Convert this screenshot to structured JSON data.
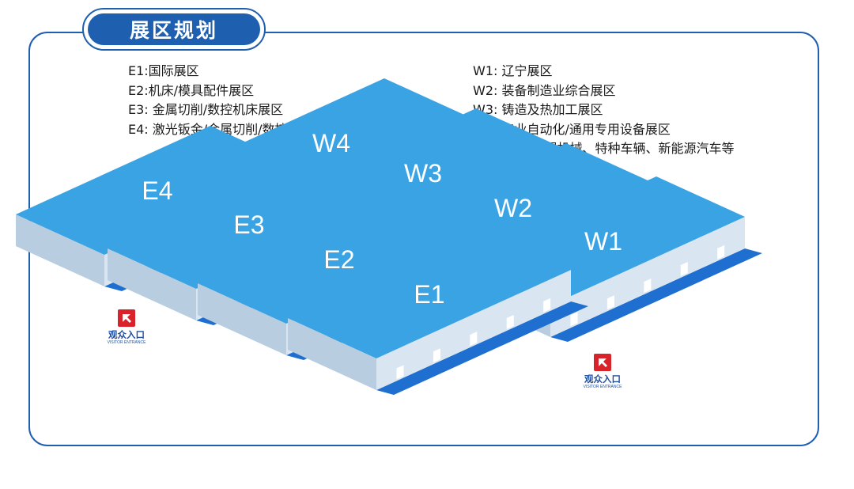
{
  "title": "展区规划",
  "legend_left": [
    "E1:国际展区",
    "E2:机床/模具配件展区",
    "E3: 金属切削/数控机床展区",
    "E4: 激光钣金/金属切削/数控机床/功能部件展区"
  ],
  "legend_right": [
    "W1: 辽宁展区",
    "W2: 装备制造业综合展区",
    "W3: 铸造及热加工展区",
    "W4: 工业自动化/通用专用设备展区",
    "室外展区: 工程机械、特种车辆、新能源汽车等"
  ],
  "halls": [
    {
      "id": "W4",
      "label": "W4"
    },
    {
      "id": "W3",
      "label": "W3"
    },
    {
      "id": "W2",
      "label": "W2"
    },
    {
      "id": "W1",
      "label": "W1"
    },
    {
      "id": "E4",
      "label": "E4"
    },
    {
      "id": "E3",
      "label": "E3"
    },
    {
      "id": "E2",
      "label": "E2"
    },
    {
      "id": "E1",
      "label": "E1"
    }
  ],
  "entrances": [
    {
      "label": "观众入口",
      "sub": "VISITOR ENTRANCE"
    },
    {
      "label": "观众入口",
      "sub": "VISITOR ENTRANCE"
    }
  ],
  "colors": {
    "accent": "#1f5fb0",
    "roof": "#3aa3e3",
    "front_wall": "#d9e6f2",
    "side_wall": "#b9cde0",
    "shadow": "#1f6fd0",
    "entrance_icon": "#d8232a"
  }
}
